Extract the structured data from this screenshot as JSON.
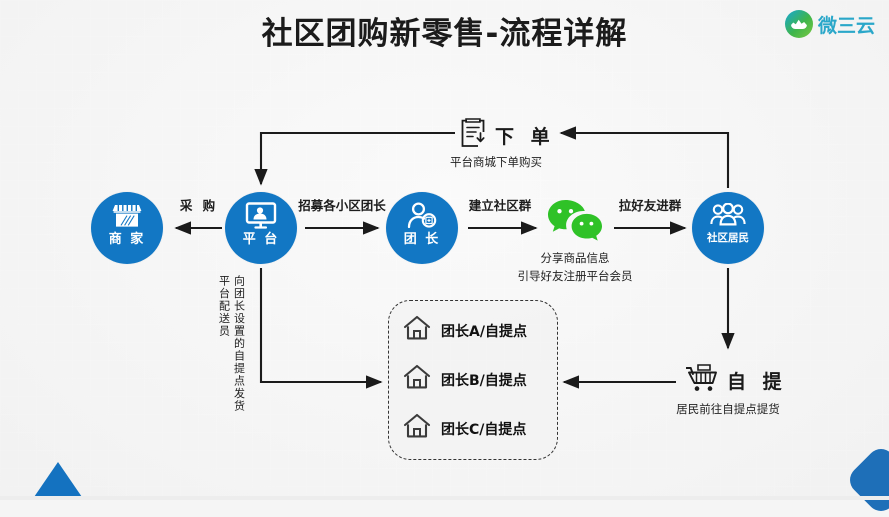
{
  "page": {
    "title": "社区团购新零售-流程详解",
    "background_color": "#f4f4f4",
    "accent_color": "#1277c4",
    "wechat_green": "#2fc227"
  },
  "logo": {
    "name": "微三云",
    "icon": "cloud-logo-icon"
  },
  "nodes": [
    {
      "id": "merchant",
      "label": "商 家",
      "icon": "shop-icon"
    },
    {
      "id": "platform",
      "label": "平 台",
      "icon": "monitor-person-icon"
    },
    {
      "id": "leader",
      "label": "团 长",
      "icon": "person-badge-icon"
    },
    {
      "id": "residents",
      "label": "社区居民",
      "icon": "people-group-icon"
    }
  ],
  "flow_labels": {
    "purchase": "采 购",
    "recruit": "招募各小区团长",
    "build_group": "建立社区群",
    "invite_friends": "拉好友进群"
  },
  "order_step": {
    "title": "下 单",
    "icon": "order-clipboard-icon",
    "caption": "平台商城下单购买"
  },
  "wechat_step": {
    "icon": "wechat-icon",
    "caption_line1": "分享商品信息",
    "caption_line2": "引导好友注册平台会员"
  },
  "delivery_note": {
    "line1": "向团长设置的自提点发货",
    "line2": "平台配送员"
  },
  "pickup_points": {
    "items": [
      {
        "label": "团长A/自提点",
        "icon": "house-icon"
      },
      {
        "label": "团长B/自提点",
        "icon": "house-icon"
      },
      {
        "label": "团长C/自提点",
        "icon": "house-icon"
      }
    ]
  },
  "pickup_step": {
    "title": "自 提",
    "icon": "shopping-cart-icon",
    "caption": "居民前往自提点提货"
  }
}
